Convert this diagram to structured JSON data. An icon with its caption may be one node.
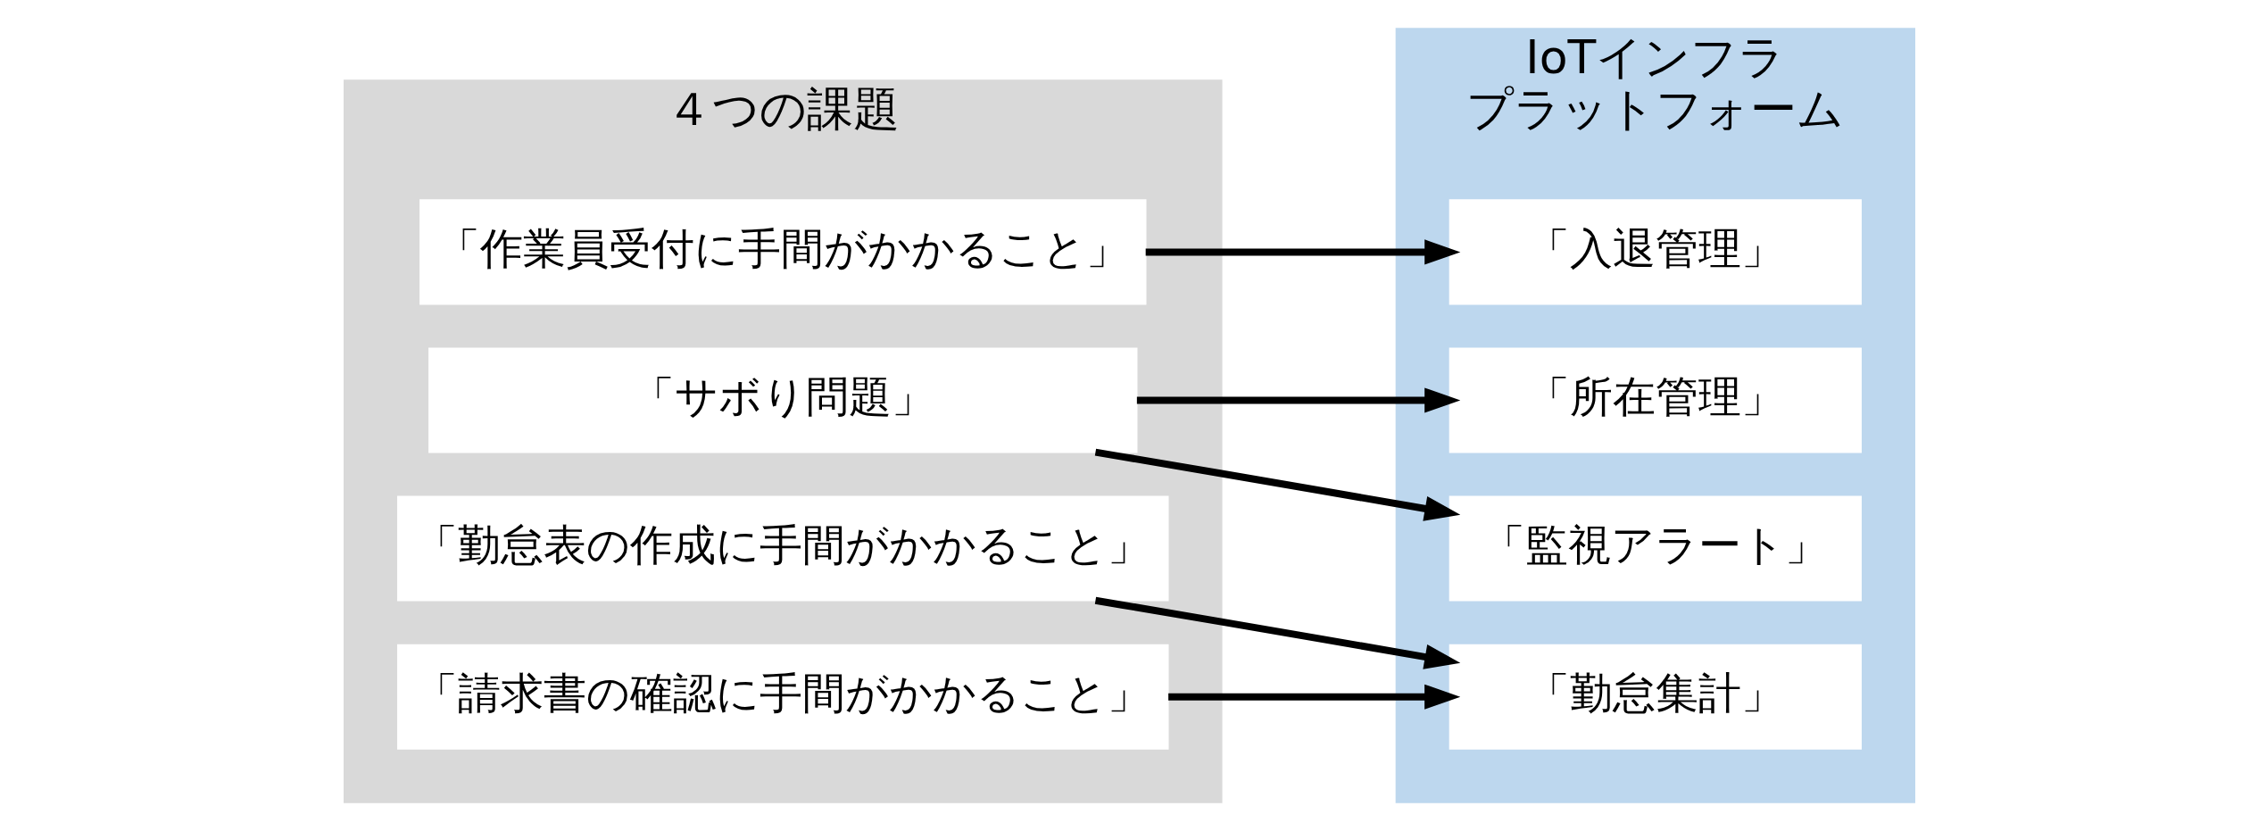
{
  "diagram": {
    "nodes": [
      {
        "text": [
          "４つの課題"
        ]
      },
      {
        "text": [
          "「作業員受付に手間がかかること」"
        ],
        "in": 0
      },
      {
        "text": [
          "「サボり問題」"
        ],
        "in": 0
      },
      {
        "text": [
          "「勤怠表の作成に手間がかかること」"
        ],
        "in": 0
      },
      {
        "text": [
          "「請求書の確認に手間がかかること」"
        ],
        "in": 0
      },
      {
        "text": [
          "IoTインフラ",
          "プラットフォーム"
        ]
      },
      {
        "text": [
          "「入退管理」"
        ],
        "in": 5
      },
      {
        "text": [
          "「所在管理」"
        ],
        "in": 5
      },
      {
        "text": [
          "「監視アラート」"
        ],
        "in": 5
      },
      {
        "text": [
          "「勤怠集計」"
        ],
        "in": 5
      }
    ],
    "edges": [
      {
        "from": 1,
        "to": 6,
        "arrow": "to"
      },
      {
        "from": 2,
        "to": 7,
        "arrow": "to"
      },
      {
        "from": 2,
        "to": 8,
        "arrow": "to"
      },
      {
        "from": 3,
        "to": 9,
        "arrow": "to"
      },
      {
        "from": 4,
        "to": 9,
        "arrow": "to"
      }
    ]
  }
}
